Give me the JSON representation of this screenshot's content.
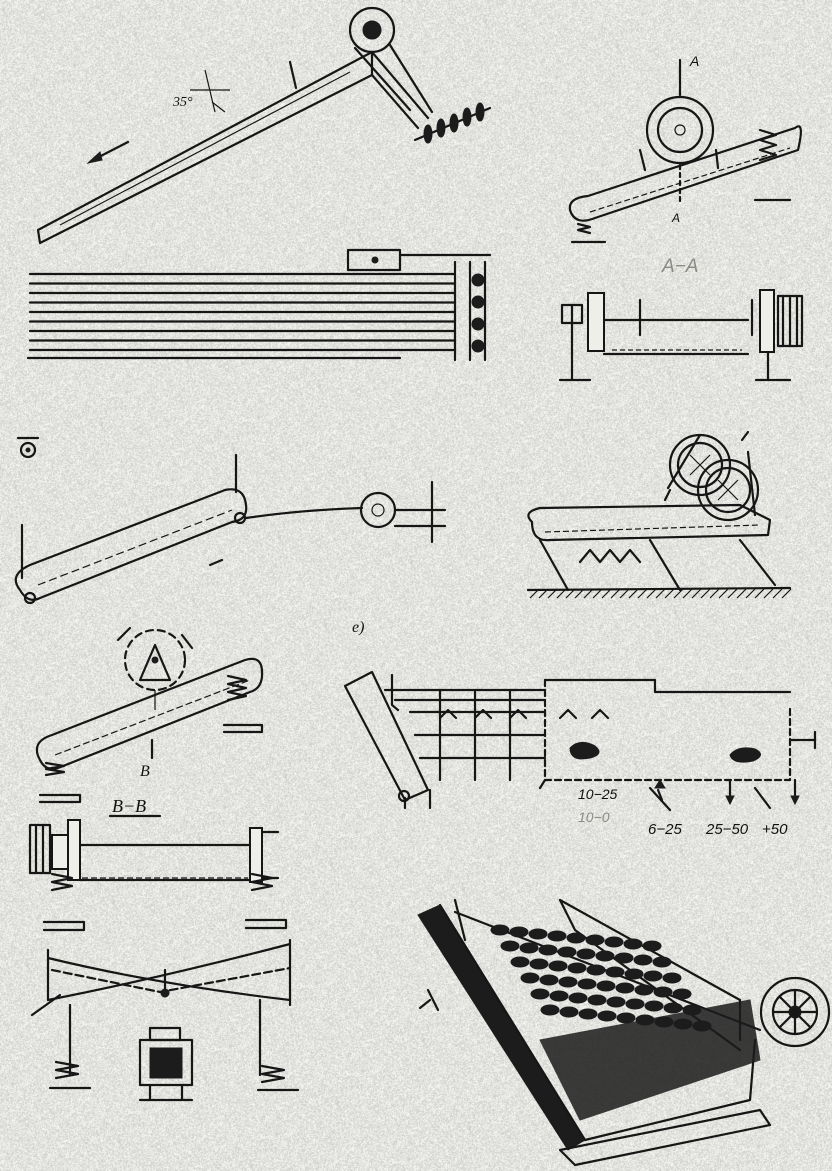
{
  "labels": {
    "angle": "35°",
    "section_a_top": "A",
    "section_a_bottom": "A",
    "section_a_title": "A−A",
    "section_b": "B",
    "section_b_title": "B−B",
    "panel_e": "e)",
    "size_fine": "10−25",
    "size_fine_faint": "10−0",
    "size_1": "6−25",
    "size_2": "25−50",
    "size_3": "+50"
  }
}
